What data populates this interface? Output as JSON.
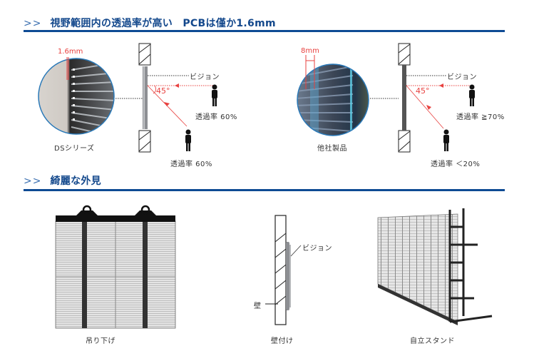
{
  "sections": [
    {
      "arrows": ">>",
      "title": "視野範囲内の透過率が高い　PCBは僅か1.6mm"
    },
    {
      "arrows": ">>",
      "title": "綺麗な外見"
    }
  ],
  "comparison": {
    "left": {
      "product_label": "DSシリーズ",
      "thickness": "1.6mm",
      "vision_label": "ビジョン",
      "angle": "45°",
      "front_transmittance": "透過率 60%",
      "angled_transmittance": "透過率 60%"
    },
    "right": {
      "product_label": "他社製品",
      "thickness": "8mm",
      "vision_label": "ビジョン",
      "angle": "45°",
      "front_transmittance": "透過率 ≧70%",
      "angled_transmittance": "透過率 ＜20%"
    }
  },
  "installation": {
    "hanging_label": "吊り下げ",
    "wall_label": "壁付け",
    "wall_part_label": "壁",
    "wall_vision_label": "ビジョン",
    "stand_label": "自立スタンド"
  },
  "colors": {
    "accent": "#0e4b94",
    "title": "#13488c",
    "red": "#e8413f"
  }
}
